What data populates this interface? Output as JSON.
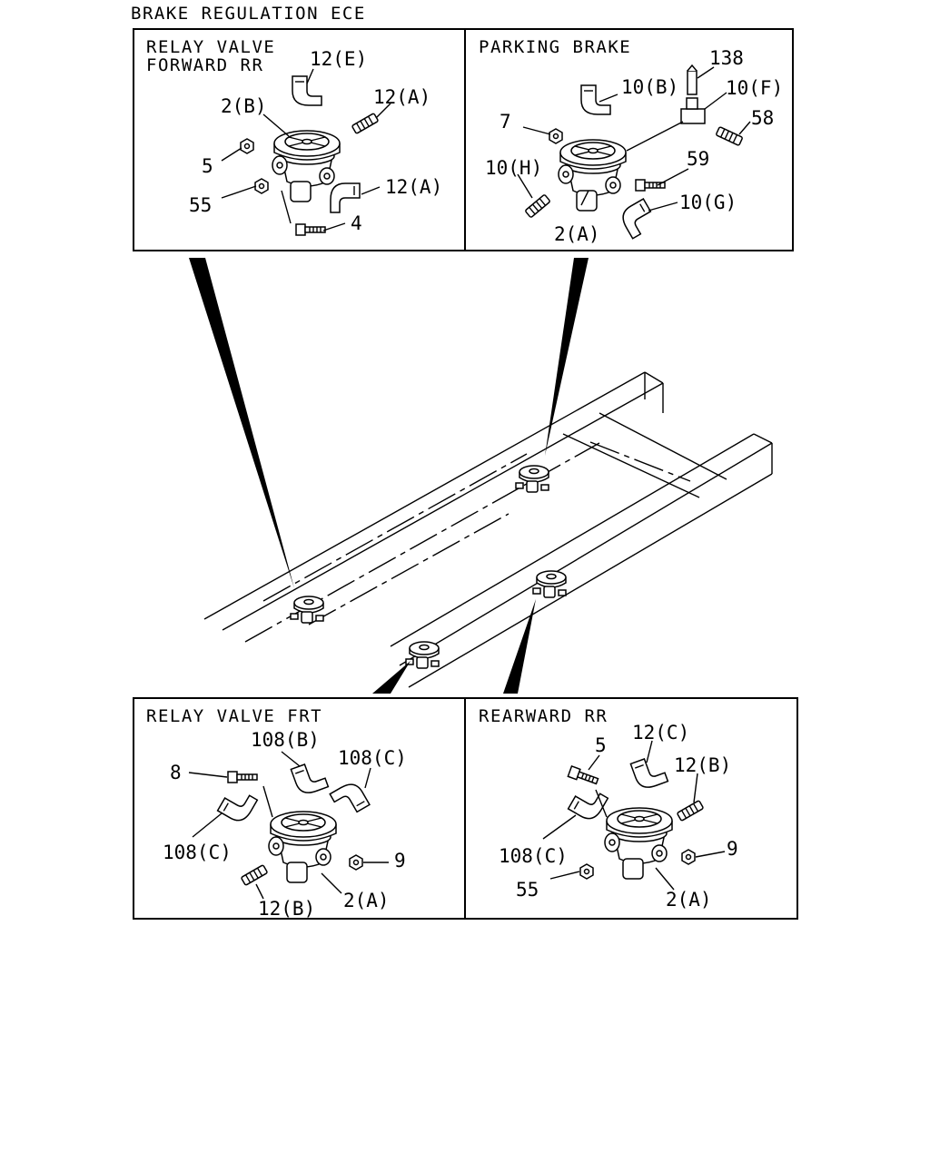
{
  "title": "BRAKE REGULATION ECE",
  "panels": {
    "relay_forward": {
      "title_line1": "RELAY VALVE",
      "title_line2": "FORWARD RR",
      "labels": [
        "12(E)",
        "12(A)",
        "2(B)",
        "5",
        "12(A)",
        "55",
        "4"
      ]
    },
    "parking": {
      "title": "PARKING BRAKE",
      "labels": [
        "138",
        "10(B)",
        "10(F)",
        "7",
        "58",
        "59",
        "10(H)",
        "10(G)",
        "2(A)"
      ]
    },
    "relay_front": {
      "title": "RELAY VALVE FRT",
      "labels": [
        "108(B)",
        "108(C)",
        "8",
        "108(C)",
        "9",
        "12(B)",
        "2(A)"
      ]
    },
    "rearward": {
      "title": "REARWARD RR",
      "labels": [
        "12(C)",
        "5",
        "12(B)",
        "108(C)",
        "9",
        "55",
        "2(A)"
      ]
    }
  }
}
